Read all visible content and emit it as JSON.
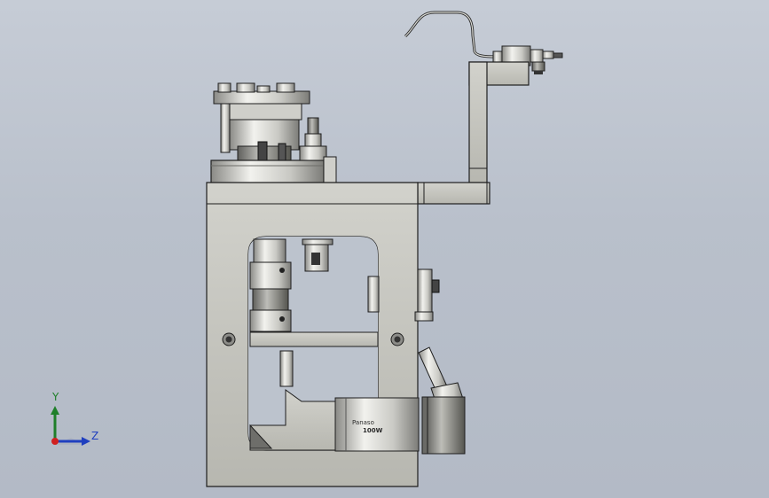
{
  "viewport": {
    "background_top": "#c6ccd6",
    "background_bottom": "#b3bac6"
  },
  "triad": {
    "y_label": "Y",
    "z_label": "Z",
    "y_color": "#1f7f2a",
    "z_color": "#1f3fbf",
    "origin_color": "#d02020"
  },
  "motor": {
    "brand_text": "Panaso",
    "model_text": "100W"
  },
  "colors": {
    "frame_fill": "#bfbfb8",
    "frame_stroke": "#1e1e1e",
    "metal_light": "#e6e6e2",
    "metal_dark": "#7a7a76"
  },
  "icons": {
    "triad": "axis-triad-icon",
    "bolt": "bolt-hole-icon"
  }
}
